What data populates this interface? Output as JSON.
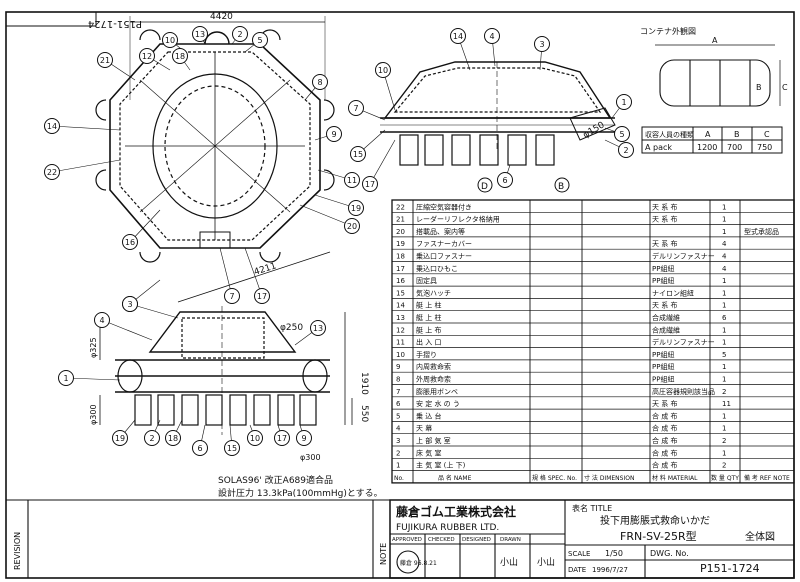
{
  "sheet": {
    "drawing_number_rotated": "P151-1724",
    "container_title": "コンテナ外観図",
    "container_dim_a": "A",
    "container_dim_b": "B",
    "container_dim_c": "C"
  },
  "container_table": {
    "headers": [
      "収容人員の種類",
      "A",
      "B",
      "C"
    ],
    "row": [
      "A pack",
      "1200",
      "700",
      "750"
    ]
  },
  "dimensions": {
    "top_width": "4420",
    "diag": "4211",
    "height_total": "1910",
    "lower": "550",
    "left_phi": "φ325",
    "left_phi2": "φ300",
    "phi250": "φ250",
    "phi150": "φ150",
    "phi300b": "φ300"
  },
  "balloons": {
    "top_view": [
      "12",
      "10",
      "13",
      "5",
      "2",
      "21",
      "8",
      "14",
      "9",
      "22",
      "11",
      "19",
      "20",
      "16",
      "7",
      "17",
      "3",
      "18"
    ],
    "side_view": [
      "14",
      "4",
      "3",
      "10",
      "7",
      "15",
      "17",
      "1",
      "5",
      "2",
      "6"
    ],
    "front_view": [
      "3",
      "4",
      "13",
      "1",
      "19",
      "2",
      "18",
      "6",
      "15",
      "10",
      "17",
      "9"
    ],
    "label_D": "D",
    "label_B": "B"
  },
  "parts_table": {
    "rows": [
      {
        "no": "22",
        "name": "圧縮空気容器付き",
        "mat": "天 系 布",
        "qty": "1",
        "note": ""
      },
      {
        "no": "21",
        "name": "レーダーリフレクタ格納用",
        "mat": "天 系 布",
        "qty": "1",
        "note": ""
      },
      {
        "no": "20",
        "name": "搭載品、案内等",
        "mat": "",
        "qty": "1",
        "note": "型式承認品"
      },
      {
        "no": "19",
        "name": "ファスナーカバー",
        "mat": "天 系 布",
        "qty": "4",
        "note": ""
      },
      {
        "no": "18",
        "name": "乗込口ファスナー",
        "mat": "デルリンファスナー",
        "qty": "4",
        "note": ""
      },
      {
        "no": "17",
        "name": "乗込口ひもこ",
        "mat": "PP組紐",
        "qty": "4",
        "note": ""
      },
      {
        "no": "16",
        "name": "固定具",
        "mat": "PP組紐",
        "qty": "1",
        "note": ""
      },
      {
        "no": "15",
        "name": "気泡ハッチ",
        "mat": "ナイロン組紐",
        "qty": "1",
        "note": ""
      },
      {
        "no": "14",
        "name": "艇 上 柱",
        "mat": "天 系 布",
        "qty": "1",
        "note": ""
      },
      {
        "no": "13",
        "name": "艇 上 柱",
        "mat": "合成繊維",
        "qty": "6",
        "note": ""
      },
      {
        "no": "12",
        "name": "艇 上 布",
        "mat": "合成繊維",
        "qty": "1",
        "note": ""
      },
      {
        "no": "11",
        "name": "出 入 口",
        "mat": "デルリンファスナー",
        "qty": "1",
        "note": ""
      },
      {
        "no": "10",
        "name": "手摺り",
        "mat": "PP組紐",
        "qty": "5",
        "note": ""
      },
      {
        "no": "9",
        "name": "内周救命索",
        "mat": "PP組紐",
        "qty": "1",
        "note": ""
      },
      {
        "no": "8",
        "name": "外周救命索",
        "mat": "PP組紐",
        "qty": "1",
        "note": ""
      },
      {
        "no": "7",
        "name": "膨脹用ボンベ",
        "mat": "高圧容器規則該当品",
        "qty": "2",
        "note": ""
      },
      {
        "no": "6",
        "name": "安 定 水 の う",
        "mat": "天 系 布",
        "qty": "11",
        "note": ""
      },
      {
        "no": "5",
        "name": "乗 込 台",
        "mat": "合 成 布",
        "qty": "1",
        "note": ""
      },
      {
        "no": "4",
        "name": "天 幕",
        "mat": "合 成 布",
        "qty": "1",
        "note": ""
      },
      {
        "no": "3",
        "name": "上 部 気 室",
        "mat": "合 成 布",
        "qty": "2",
        "note": ""
      },
      {
        "no": "2",
        "name": "床 気 室",
        "mat": "合 成 布",
        "qty": "1",
        "note": ""
      },
      {
        "no": "1",
        "name": "主 気 室 (上 下)",
        "mat": "合 成 布",
        "qty": "2",
        "note": ""
      }
    ],
    "header": {
      "no": "No.",
      "name": "品 名 NAME",
      "spec": "規 格 SPEC. No.",
      "dim": "寸 法 DIMENSION",
      "mat": "材 料 MATERIAL",
      "qty": "数 量 QTY",
      "note": "備 考 REF NOTE"
    }
  },
  "notes": {
    "line1": "SOLAS96' 改正A689適合品",
    "line2": "設計圧力 13.3kPa(100mmHg)とする。"
  },
  "title_block": {
    "revision": "REVISION",
    "note": "NOTE",
    "company_jp": "藤倉ゴム工業株式会社",
    "company_en": "FUJIKURA RUBBER LTD.",
    "title_label": "表名 TITLE",
    "title_jp": "投下用膨脹式救命いかだ",
    "model": "FRN-SV-25R型",
    "view": "全体図",
    "approved": "APPROVED",
    "checked": "CHECKED",
    "designed": "DESIGNED",
    "drawn": "DRAWN",
    "approver": "小山",
    "designer": "小山",
    "scale_label": "SCALE",
    "scale": "1/50",
    "date_label": "DATE",
    "date": "1996/7/27",
    "dwg_label": "DWG. No.",
    "dwg_no": "P151-1724",
    "stamp": "藤倉 96.8.21"
  }
}
